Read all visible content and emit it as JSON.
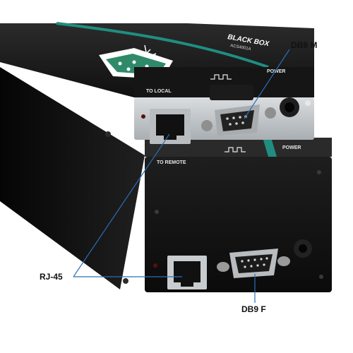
{
  "callouts": {
    "db9_male": "DB9 M",
    "rj45": "RJ-45",
    "db9_female": "DB9 F"
  },
  "device": {
    "brand": "BLACK BOX",
    "model": "ACS4001A",
    "top_unit_port_label": "TO LOCAL",
    "bottom_unit_port_label": "TO REMOTE",
    "power_label": "POWER",
    "top_unit_power_label": "POWER",
    "bottom_unit_power_label": "POWER"
  },
  "colors": {
    "chassis": "#1a1a1a",
    "faceplate_metal": "#bfc4c8",
    "accent_stripe": "#1f8e80",
    "callout_line": "#2a6fb3",
    "mascot_green": "#2f8a6a"
  }
}
